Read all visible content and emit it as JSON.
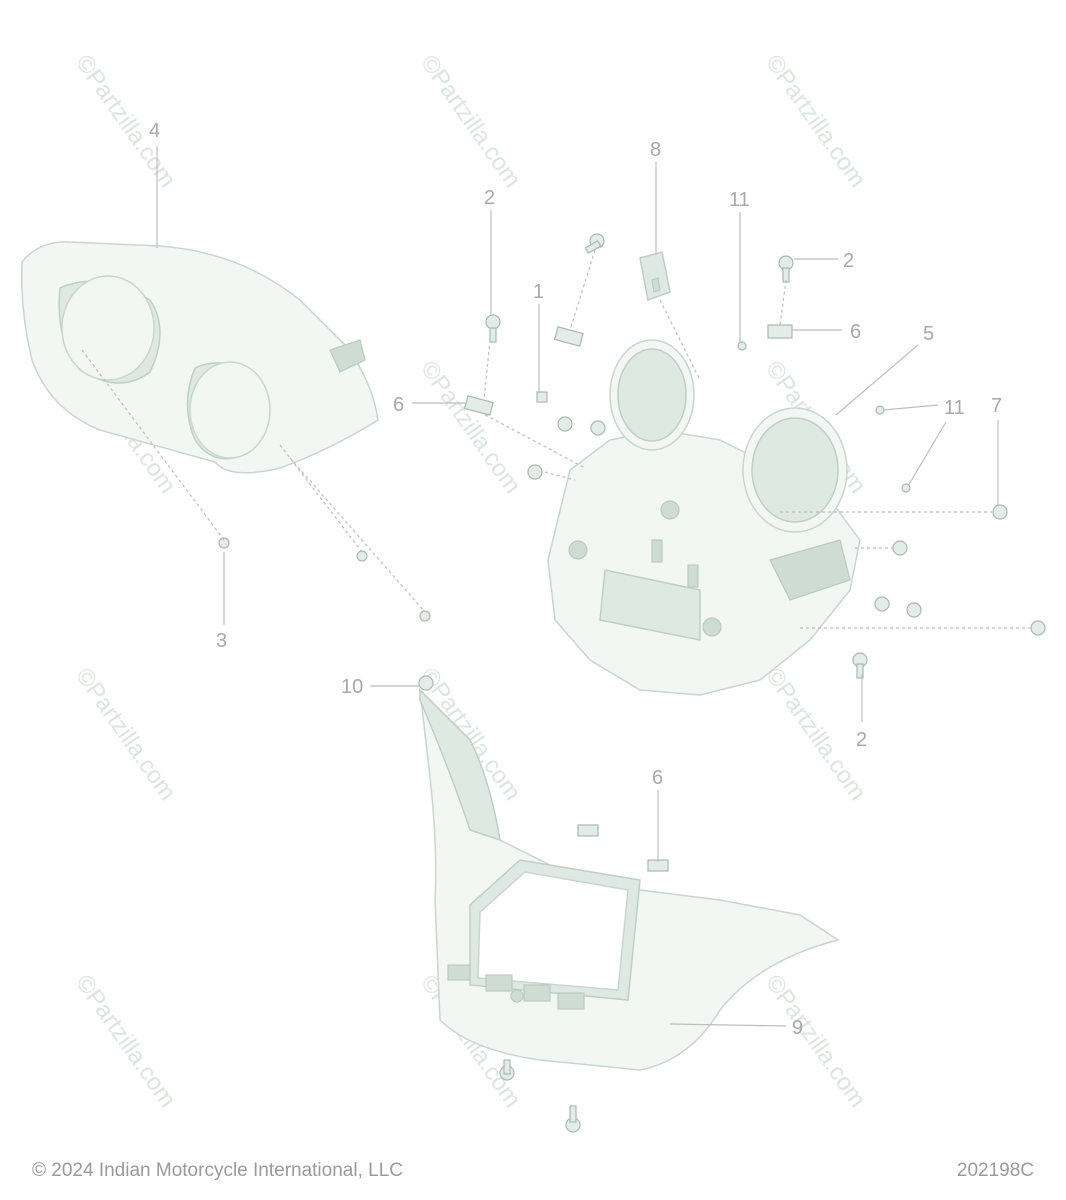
{
  "callouts": {
    "c1": "1",
    "c2a": "2",
    "c2b": "2",
    "c2c": "2",
    "c3": "3",
    "c4": "4",
    "c5": "5",
    "c6a": "6",
    "c6b": "6",
    "c6c": "6",
    "c7": "7",
    "c8": "8",
    "c9": "9",
    "c10": "10",
    "c11a": "11",
    "c11b": "11"
  },
  "watermark": "©Partzilla.com",
  "footer": {
    "copyright": "© 2024 Indian Motorcycle International, LLC",
    "diagram_id": "202198C"
  },
  "colors": {
    "part_fill": "#f3f7f4",
    "part_stroke": "#c9d6cf",
    "callout_text": "#a9a9a9",
    "watermark": "#dbe6df"
  }
}
